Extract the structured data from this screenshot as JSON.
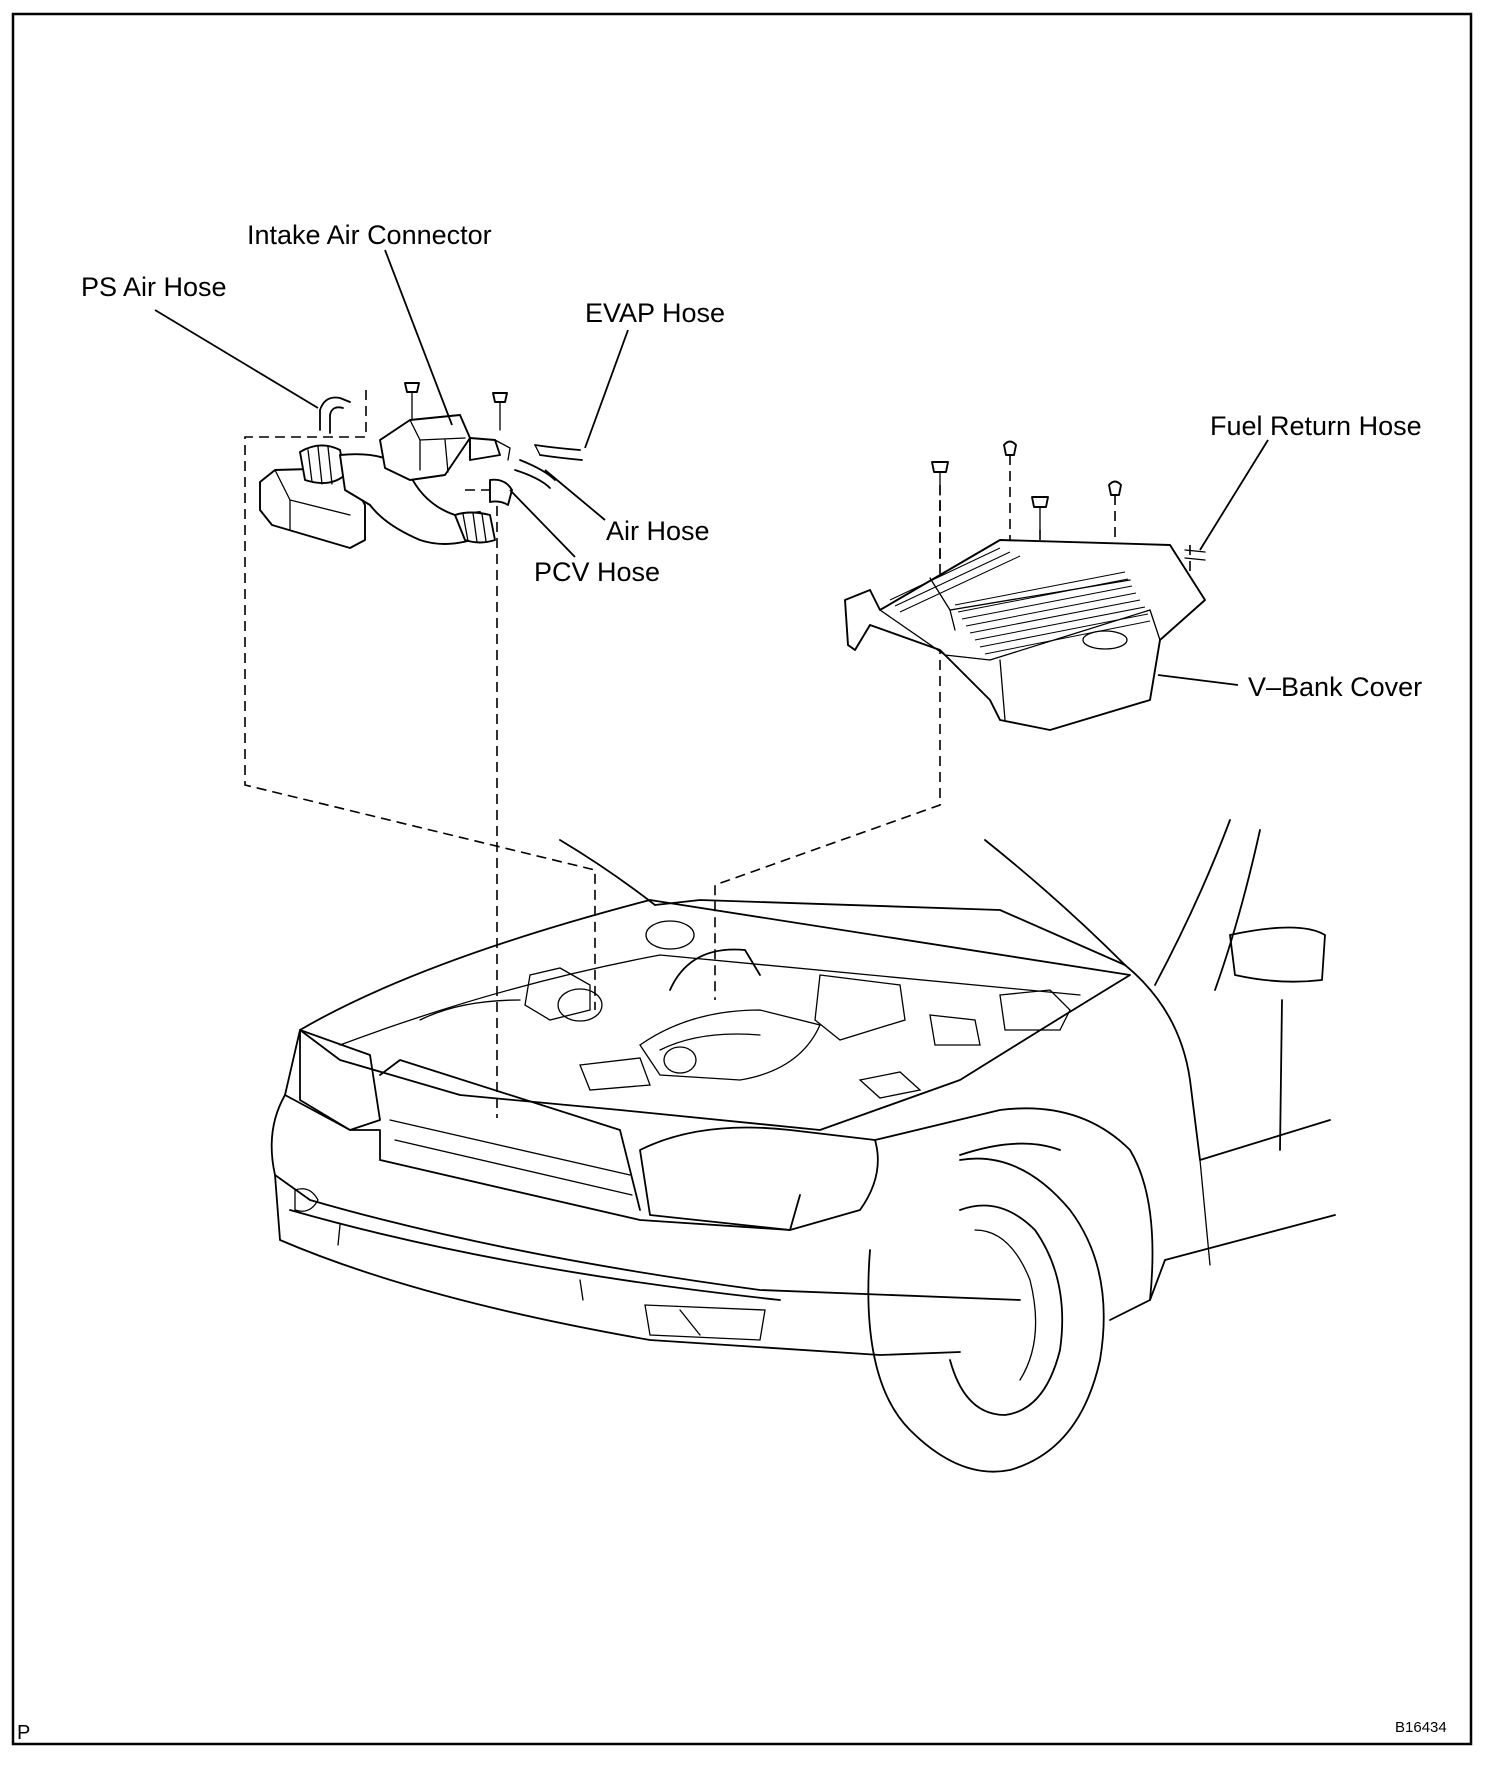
{
  "labels": {
    "intake_air_connector": "Intake Air Connector",
    "ps_air_hose": "PS Air Hose",
    "evap_hose": "EVAP Hose",
    "air_hose": "Air Hose",
    "pcv_hose": "PCV Hose",
    "fuel_return_hose": "Fuel Return Hose",
    "v_bank_cover": "V–Bank Cover"
  },
  "corner_mark": "P",
  "figure_code": "B16434"
}
